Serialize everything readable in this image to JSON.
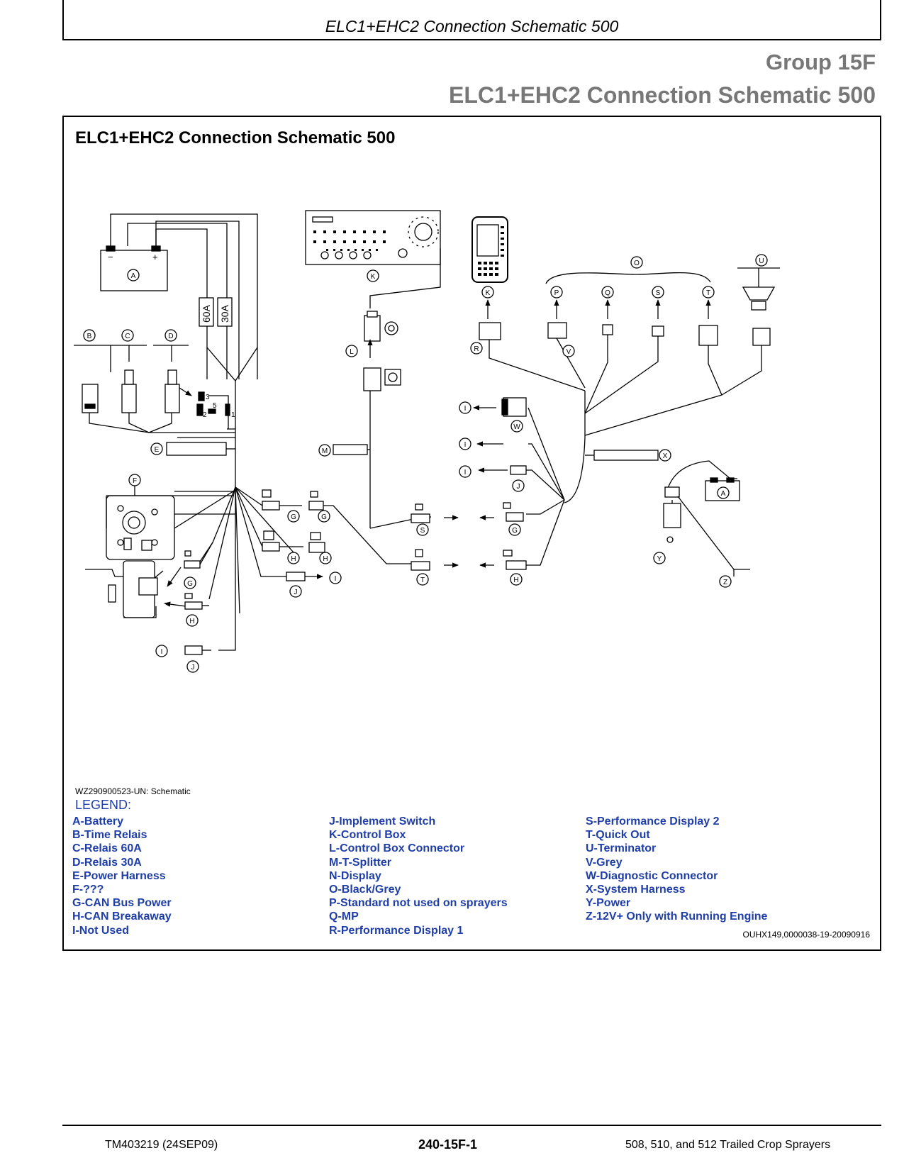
{
  "header": {
    "running_title": "ELC1+EHC2 Connection Schematic 500",
    "group": "Group 15F",
    "section_title": "ELC1+EHC2 Connection Schematic 500"
  },
  "panel": {
    "title": "ELC1+EHC2 Connection Schematic 500",
    "figure_id": "WZ290900523-UN: Schematic",
    "reference": "OUHX149,0000038-19-20090916"
  },
  "diagram": {
    "fuse_labels": [
      "60A",
      "30A"
    ],
    "battery_terminals": [
      "−",
      "+"
    ],
    "relay_pins": [
      "3",
      "2",
      "5",
      "1"
    ],
    "callouts": [
      "A",
      "B",
      "C",
      "D",
      "E",
      "F",
      "G",
      "H",
      "I",
      "J",
      "K",
      "L",
      "M",
      "O",
      "P",
      "Q",
      "R",
      "S",
      "T",
      "U",
      "V",
      "W",
      "X",
      "Y",
      "Z"
    ]
  },
  "legend": {
    "heading": "LEGEND:",
    "col1": [
      "A-Battery",
      "B-Time Relais",
      "C-Relais 60A",
      "D-Relais 30A",
      "E-Power Harness",
      "F-???",
      "G-CAN Bus Power",
      "H-CAN Breakaway",
      "I-Not Used"
    ],
    "col2": [
      "J-Implement Switch",
      "K-Control Box",
      "L-Control Box Connector",
      "M-T-Splitter",
      "N-Display",
      "O-Black/Grey",
      "P-Standard not used on sprayers",
      "Q-MP",
      "R-Performance Display 1"
    ],
    "col3": [
      "S-Performance Display 2",
      "T-Quick Out",
      "U-Terminator",
      "V-Grey",
      "W-Diagnostic Connector",
      "X-System Harness",
      "Y-Power",
      "Z-12V+ Only with Running Engine"
    ]
  },
  "footer": {
    "doc_id": "TM403219 (24SEP09)",
    "page": "240-15F-1",
    "product": "508, 510, and 512 Trailed Crop Sprayers"
  },
  "colors": {
    "legend_text": "#1f3ea8",
    "heading_gray": "#777777"
  }
}
